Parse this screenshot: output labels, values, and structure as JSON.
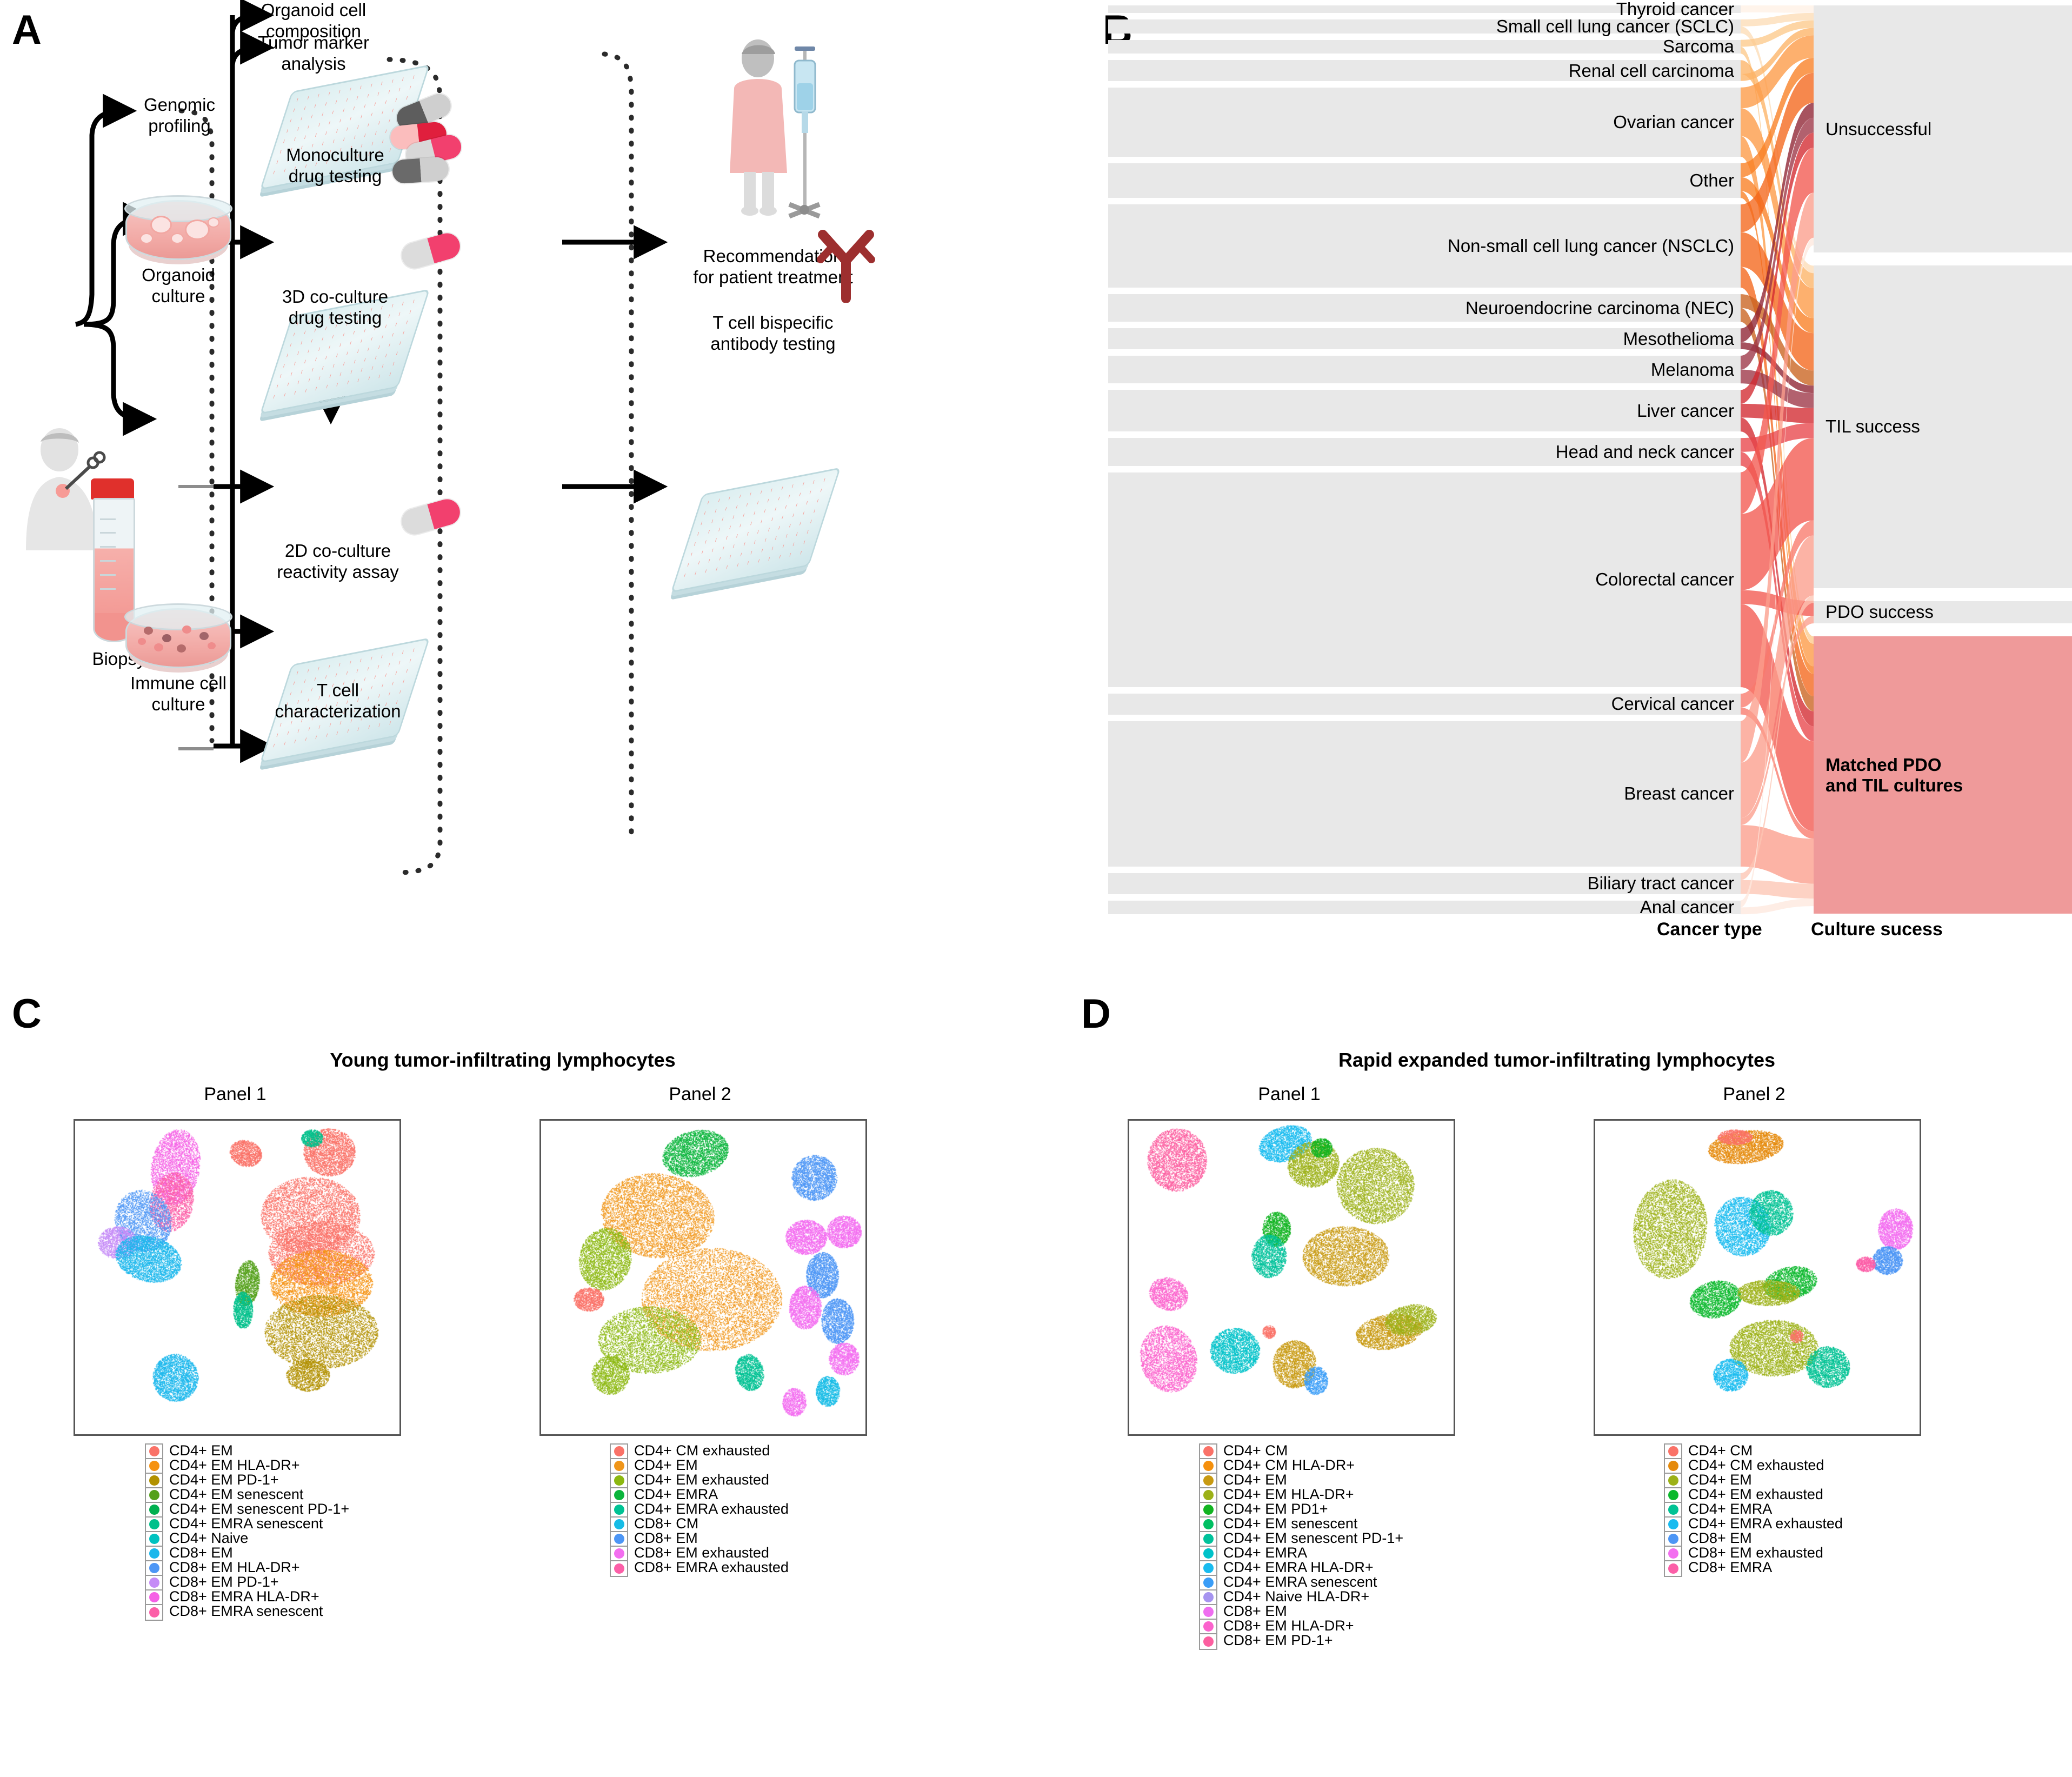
{
  "panels": {
    "a": {
      "letter": "A"
    },
    "b": {
      "letter": "B"
    },
    "c": {
      "letter": "C"
    },
    "d": {
      "letter": "D"
    }
  },
  "workflow": {
    "nodes": [
      {
        "id": "biopsy",
        "label": "Biopsy"
      },
      {
        "id": "genomic-profiling",
        "label": "Genomic\nprofiling"
      },
      {
        "id": "organoid-culture",
        "label": "Organoid\nculture"
      },
      {
        "id": "immune-cell-culture",
        "label": "Immune cell\nculture"
      },
      {
        "id": "organoid-cell-composition",
        "label": "Organoid cell\ncomposition"
      },
      {
        "id": "tumor-marker-analysis",
        "label": "Tumor marker\nanalysis"
      },
      {
        "id": "monoculture-drug-testing",
        "label": "Monoculture\ndrug testing"
      },
      {
        "id": "3d-coculture-drug-testing",
        "label": "3D co-culture\ndrug testing"
      },
      {
        "id": "2d-coculture-reactivity-assay",
        "label": "2D co-culture\nreactivity assay"
      },
      {
        "id": "t-cell-characterization",
        "label": "T cell\ncharacterization"
      },
      {
        "id": "recommendation",
        "label": "Recommendation\nfor patient treatment"
      },
      {
        "id": "t-cell-bispecific-antibody-testing",
        "label": "T cell bispecific\nantibody testing"
      }
    ]
  },
  "chart_data": [
    {
      "id": "sankey-culture-success",
      "type": "sankey",
      "title": "",
      "source_axis_label": "Cancer type",
      "target_axis_label": "Culture sucess",
      "node_color": "#e8e8e8",
      "highlight_node_color": "#ef9a9a",
      "sources": [
        {
          "name": "Thyroid cancer",
          "value": 1,
          "color": "#fff1e6"
        },
        {
          "name": "Small cell lung cancer (SCLC)",
          "value": 2,
          "color": "#fddcb6"
        },
        {
          "name": "Sarcoma",
          "value": 2,
          "color": "#fdc98b"
        },
        {
          "name": "Renal cell carcinoma",
          "value": 3,
          "color": "#fdb367"
        },
        {
          "name": "Ovarian cancer",
          "value": 10,
          "color": "#fd9a45"
        },
        {
          "name": "Other",
          "value": 5,
          "color": "#f97f22"
        },
        {
          "name": "Non-small cell lung cancer (NSCLC)",
          "value": 12,
          "color": "#f4661b"
        },
        {
          "name": "Neuroendocrine carcinoma (NEC)",
          "value": 4,
          "color": "#c9631f"
        },
        {
          "name": "Mesothelioma",
          "value": 3,
          "color": "#8e2232"
        },
        {
          "name": "Melanoma",
          "value": 4,
          "color": "#9c3545"
        },
        {
          "name": "Liver cancer",
          "value": 6,
          "color": "#d2292f"
        },
        {
          "name": "Head and neck cancer",
          "value": 4,
          "color": "#e8454a"
        },
        {
          "name": "Colorectal cancer",
          "value": 31,
          "color": "#f2584f"
        },
        {
          "name": "Cervical cancer",
          "value": 3,
          "color": "#f87a6b"
        },
        {
          "name": "Breast cancer",
          "value": 21,
          "color": "#fb9d8c"
        },
        {
          "name": "Biliary tract cancer",
          "value": 3,
          "color": "#fdc5b4"
        },
        {
          "name": "Anal cancer",
          "value": 2,
          "color": "#fee8de"
        }
      ],
      "targets": [
        {
          "name": "Unsuccessful",
          "value": 33,
          "highlight": false
        },
        {
          "name": "TIL success",
          "value": 43,
          "highlight": false
        },
        {
          "name": "PDO success",
          "value": 3,
          "highlight": false
        },
        {
          "name": "Matched PDO and TIL cultures",
          "value": 37,
          "highlight": true
        }
      ],
      "links": [
        {
          "source": "Thyroid cancer",
          "target": "Unsuccessful",
          "value": 1
        },
        {
          "source": "Small cell lung cancer (SCLC)",
          "target": "Unsuccessful",
          "value": 1
        },
        {
          "source": "Small cell lung cancer (SCLC)",
          "target": "TIL success",
          "value": 1
        },
        {
          "source": "Sarcoma",
          "target": "Unsuccessful",
          "value": 1
        },
        {
          "source": "Sarcoma",
          "target": "Matched PDO and TIL cultures",
          "value": 1
        },
        {
          "source": "Renal cell carcinoma",
          "target": "TIL success",
          "value": 2
        },
        {
          "source": "Renal cell carcinoma",
          "target": "Unsuccessful",
          "value": 1
        },
        {
          "source": "Ovarian cancer",
          "target": "Unsuccessful",
          "value": 3
        },
        {
          "source": "Ovarian cancer",
          "target": "TIL success",
          "value": 4
        },
        {
          "source": "Ovarian cancer",
          "target": "Matched PDO and TIL cultures",
          "value": 3
        },
        {
          "source": "Other",
          "target": "Unsuccessful",
          "value": 2
        },
        {
          "source": "Other",
          "target": "TIL success",
          "value": 2
        },
        {
          "source": "Other",
          "target": "Matched PDO and TIL cultures",
          "value": 1
        },
        {
          "source": "Non-small cell lung cancer (NSCLC)",
          "target": "Unsuccessful",
          "value": 4
        },
        {
          "source": "Non-small cell lung cancer (NSCLC)",
          "target": "TIL success",
          "value": 5
        },
        {
          "source": "Non-small cell lung cancer (NSCLC)",
          "target": "Matched PDO and TIL cultures",
          "value": 3
        },
        {
          "source": "Neuroendocrine carcinoma (NEC)",
          "target": "TIL success",
          "value": 2
        },
        {
          "source": "Neuroendocrine carcinoma (NEC)",
          "target": "Matched PDO and TIL cultures",
          "value": 2
        },
        {
          "source": "Mesothelioma",
          "target": "Unsuccessful",
          "value": 2
        },
        {
          "source": "Mesothelioma",
          "target": "TIL success",
          "value": 1
        },
        {
          "source": "Melanoma",
          "target": "Unsuccessful",
          "value": 2
        },
        {
          "source": "Melanoma",
          "target": "TIL success",
          "value": 2
        },
        {
          "source": "Liver cancer",
          "target": "Unsuccessful",
          "value": 2
        },
        {
          "source": "Liver cancer",
          "target": "TIL success",
          "value": 2
        },
        {
          "source": "Liver cancer",
          "target": "Matched PDO and TIL cultures",
          "value": 2
        },
        {
          "source": "Head and neck cancer",
          "target": "TIL success",
          "value": 2
        },
        {
          "source": "Head and neck cancer",
          "target": "Matched PDO and TIL cultures",
          "value": 2
        },
        {
          "source": "Colorectal cancer",
          "target": "Unsuccessful",
          "value": 6
        },
        {
          "source": "Colorectal cancer",
          "target": "TIL success",
          "value": 11
        },
        {
          "source": "Colorectal cancer",
          "target": "PDO success",
          "value": 2
        },
        {
          "source": "Colorectal cancer",
          "target": "Matched PDO and TIL cultures",
          "value": 12
        },
        {
          "source": "Cervical cancer",
          "target": "TIL success",
          "value": 2
        },
        {
          "source": "Cervical cancer",
          "target": "Matched PDO and TIL cultures",
          "value": 1
        },
        {
          "source": "Breast cancer",
          "target": "Unsuccessful",
          "value": 6
        },
        {
          "source": "Breast cancer",
          "target": "TIL success",
          "value": 8
        },
        {
          "source": "Breast cancer",
          "target": "PDO success",
          "value": 1
        },
        {
          "source": "Breast cancer",
          "target": "Matched PDO and TIL cultures",
          "value": 6
        },
        {
          "source": "Biliary tract cancer",
          "target": "TIL success",
          "value": 1
        },
        {
          "source": "Biliary tract cancer",
          "target": "Matched PDO and TIL cultures",
          "value": 2
        },
        {
          "source": "Anal cancer",
          "target": "Unsuccessful",
          "value": 1
        },
        {
          "source": "Anal cancer",
          "target": "Matched PDO and TIL cultures",
          "value": 1
        }
      ]
    },
    {
      "id": "umap-young-til-panel1",
      "type": "scatter",
      "title": "Young tumor-infiltrating lymphocytes",
      "subtitle": "Panel 1",
      "xlabel": "",
      "ylabel": "",
      "legend_position": "below",
      "series": [
        {
          "name": "CD4+ EM",
          "color": "#fa7268"
        },
        {
          "name": "CD4+ EM HLA-DR+",
          "color": "#f59211"
        },
        {
          "name": "CD4+ EM PD-1+",
          "color": "#b29100"
        },
        {
          "name": "CD4+ EM senescent",
          "color": "#54a01a"
        },
        {
          "name": "CD4+ EM senescent PD-1+",
          "color": "#00b050"
        },
        {
          "name": "CD4+ EMRA senescent",
          "color": "#00c08b"
        },
        {
          "name": "CD4+ Naive",
          "color": "#00c2c0"
        },
        {
          "name": "CD8+ EM",
          "color": "#1bb7ec"
        },
        {
          "name": "CD8+ EM HLA-DR+",
          "color": "#4d96f5"
        },
        {
          "name": "CD8+ EM PD-1+",
          "color": "#c58bf7"
        },
        {
          "name": "CD8+ EMRA HLA-DR+",
          "color": "#f561e5"
        },
        {
          "name": "CD8+ EMRA senescent",
          "color": "#fc5fa8"
        }
      ]
    },
    {
      "id": "umap-young-til-panel2",
      "type": "scatter",
      "title": "Young tumor-infiltrating lymphocytes",
      "subtitle": "Panel 2",
      "xlabel": "",
      "ylabel": "",
      "legend_position": "below",
      "series": [
        {
          "name": "CD4+ CM exhausted",
          "color": "#fa7268"
        },
        {
          "name": "CD4+ EM",
          "color": "#f0961a"
        },
        {
          "name": "CD4+ EM exhausted",
          "color": "#8cb811"
        },
        {
          "name": "CD4+ EMRA",
          "color": "#0bb53c"
        },
        {
          "name": "CD4+ EMRA exhausted",
          "color": "#00c294"
        },
        {
          "name": "CD8+ CM",
          "color": "#17bce6"
        },
        {
          "name": "CD8+ EM",
          "color": "#4d96f5"
        },
        {
          "name": "CD8+ EM exhausted",
          "color": "#f36ef0"
        },
        {
          "name": "CD8+ EMRA exhausted",
          "color": "#fc5fa8"
        }
      ]
    },
    {
      "id": "umap-rapid-expanded-til-panel1",
      "type": "scatter",
      "title": "Rapid expanded tumor-infiltrating lymphocytes",
      "subtitle": "Panel 1",
      "xlabel": "",
      "ylabel": "",
      "legend_position": "below",
      "series": [
        {
          "name": "CD4+ CM",
          "color": "#fa7268"
        },
        {
          "name": "CD4+ CM HLA-DR+",
          "color": "#f5900d"
        },
        {
          "name": "CD4+ EM",
          "color": "#c89a12"
        },
        {
          "name": "CD4+ EM HLA-DR+",
          "color": "#9cb118"
        },
        {
          "name": "CD4+ EM PD1+",
          "color": "#12b422"
        },
        {
          "name": "CD4+ EM senescent",
          "color": "#00bf62"
        },
        {
          "name": "CD4+ EM senescent PD-1+",
          "color": "#00c29b"
        },
        {
          "name": "CD4+ EMRA",
          "color": "#00c2c9"
        },
        {
          "name": "CD4+ EMRA HLA-DR+",
          "color": "#18bbef"
        },
        {
          "name": "CD4+ EMRA senescent",
          "color": "#3a9df7"
        },
        {
          "name": "CD4+ Naive HLA-DR+",
          "color": "#a694f0"
        },
        {
          "name": "CD8+ EM",
          "color": "#ef6ef0"
        },
        {
          "name": "CD8+ EM HLA-DR+",
          "color": "#fb63cd"
        },
        {
          "name": "CD8+ EM PD-1+",
          "color": "#fc5fa0"
        }
      ]
    },
    {
      "id": "umap-rapid-expanded-til-panel2",
      "type": "scatter",
      "title": "Rapid expanded tumor-infiltrating lymphocytes",
      "subtitle": "Panel 2",
      "xlabel": "",
      "ylabel": "",
      "legend_position": "below",
      "series": [
        {
          "name": "CD4+ CM",
          "color": "#fa7268"
        },
        {
          "name": "CD4+ CM exhausted",
          "color": "#e58a0c"
        },
        {
          "name": "CD4+ EM",
          "color": "#9cb117"
        },
        {
          "name": "CD4+ EM exhausted",
          "color": "#0bb82c"
        },
        {
          "name": "CD4+ EMRA",
          "color": "#00c294"
        },
        {
          "name": "CD4+ EMRA exhausted",
          "color": "#18bbef"
        },
        {
          "name": "CD8+ EM",
          "color": "#4d96f5"
        },
        {
          "name": "CD8+ EM exhausted",
          "color": "#f36ef0"
        },
        {
          "name": "CD8+ EMRA",
          "color": "#fc5fa8"
        }
      ]
    }
  ]
}
